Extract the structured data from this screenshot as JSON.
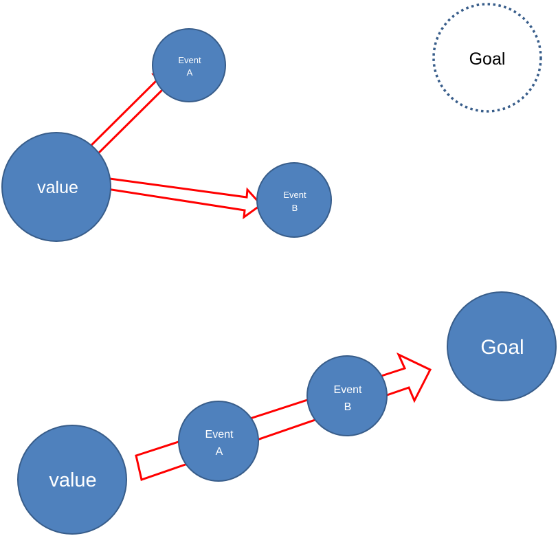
{
  "colors": {
    "node_fill": "#4F81BD",
    "node_stroke": "#385D8A",
    "arrow_stroke": "#FF0000",
    "goal_outline": "#385D8A",
    "node_text": "#FFFFFF",
    "goal_text_top": "#000000"
  },
  "top": {
    "value_label": "value",
    "event_a_line1": "Event",
    "event_a_line2": "A",
    "event_b_line1": "Event",
    "event_b_line2": "B",
    "goal_label": "Goal"
  },
  "bottom": {
    "value_label": "value",
    "event_a_line1": "Event",
    "event_a_line2": "A",
    "event_b_line1": "Event",
    "event_b_line2": "B",
    "goal_label": "Goal"
  }
}
